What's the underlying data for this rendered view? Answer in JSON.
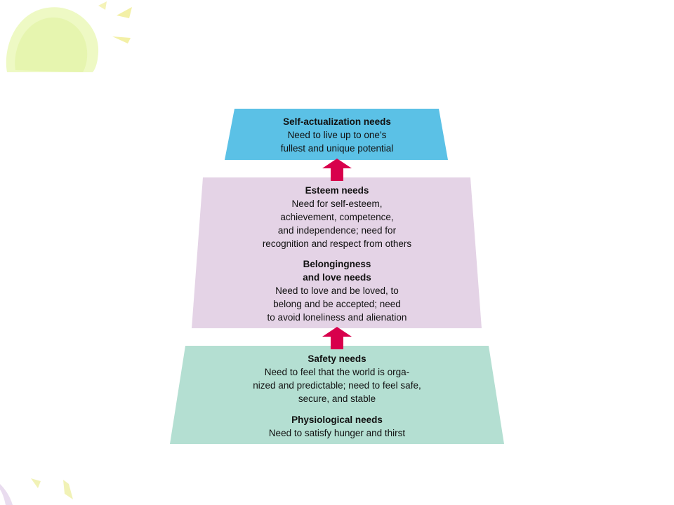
{
  "colors": {
    "top_tier": "#5bc1e6",
    "middle_tier": "#e4d3e6",
    "bottom_tier": "#b4dfd2",
    "arrow": "#d8004c",
    "corner_decoration": "#e9f7b4"
  },
  "pyramid": {
    "self_actualization": {
      "title": "Self-actualization needs",
      "desc": "Need to live up to one’s\nfullest and unique potential"
    },
    "esteem": {
      "title": "Esteem needs",
      "desc": "Need for self-esteem,\nachievement, competence,\nand independence; need for\nrecognition and respect from others"
    },
    "belongingness": {
      "title": "Belongingness\nand love needs",
      "desc": "Need to love and be loved, to\nbelong and be accepted; need\nto avoid loneliness and alienation"
    },
    "safety": {
      "title": "Safety needs",
      "desc": "Need to feel that the world is orga-\nnized and predictable; need to feel safe,\nsecure, and stable"
    },
    "physiological": {
      "title": "Physiological needs",
      "desc": "Need to satisfy hunger and thirst"
    }
  }
}
